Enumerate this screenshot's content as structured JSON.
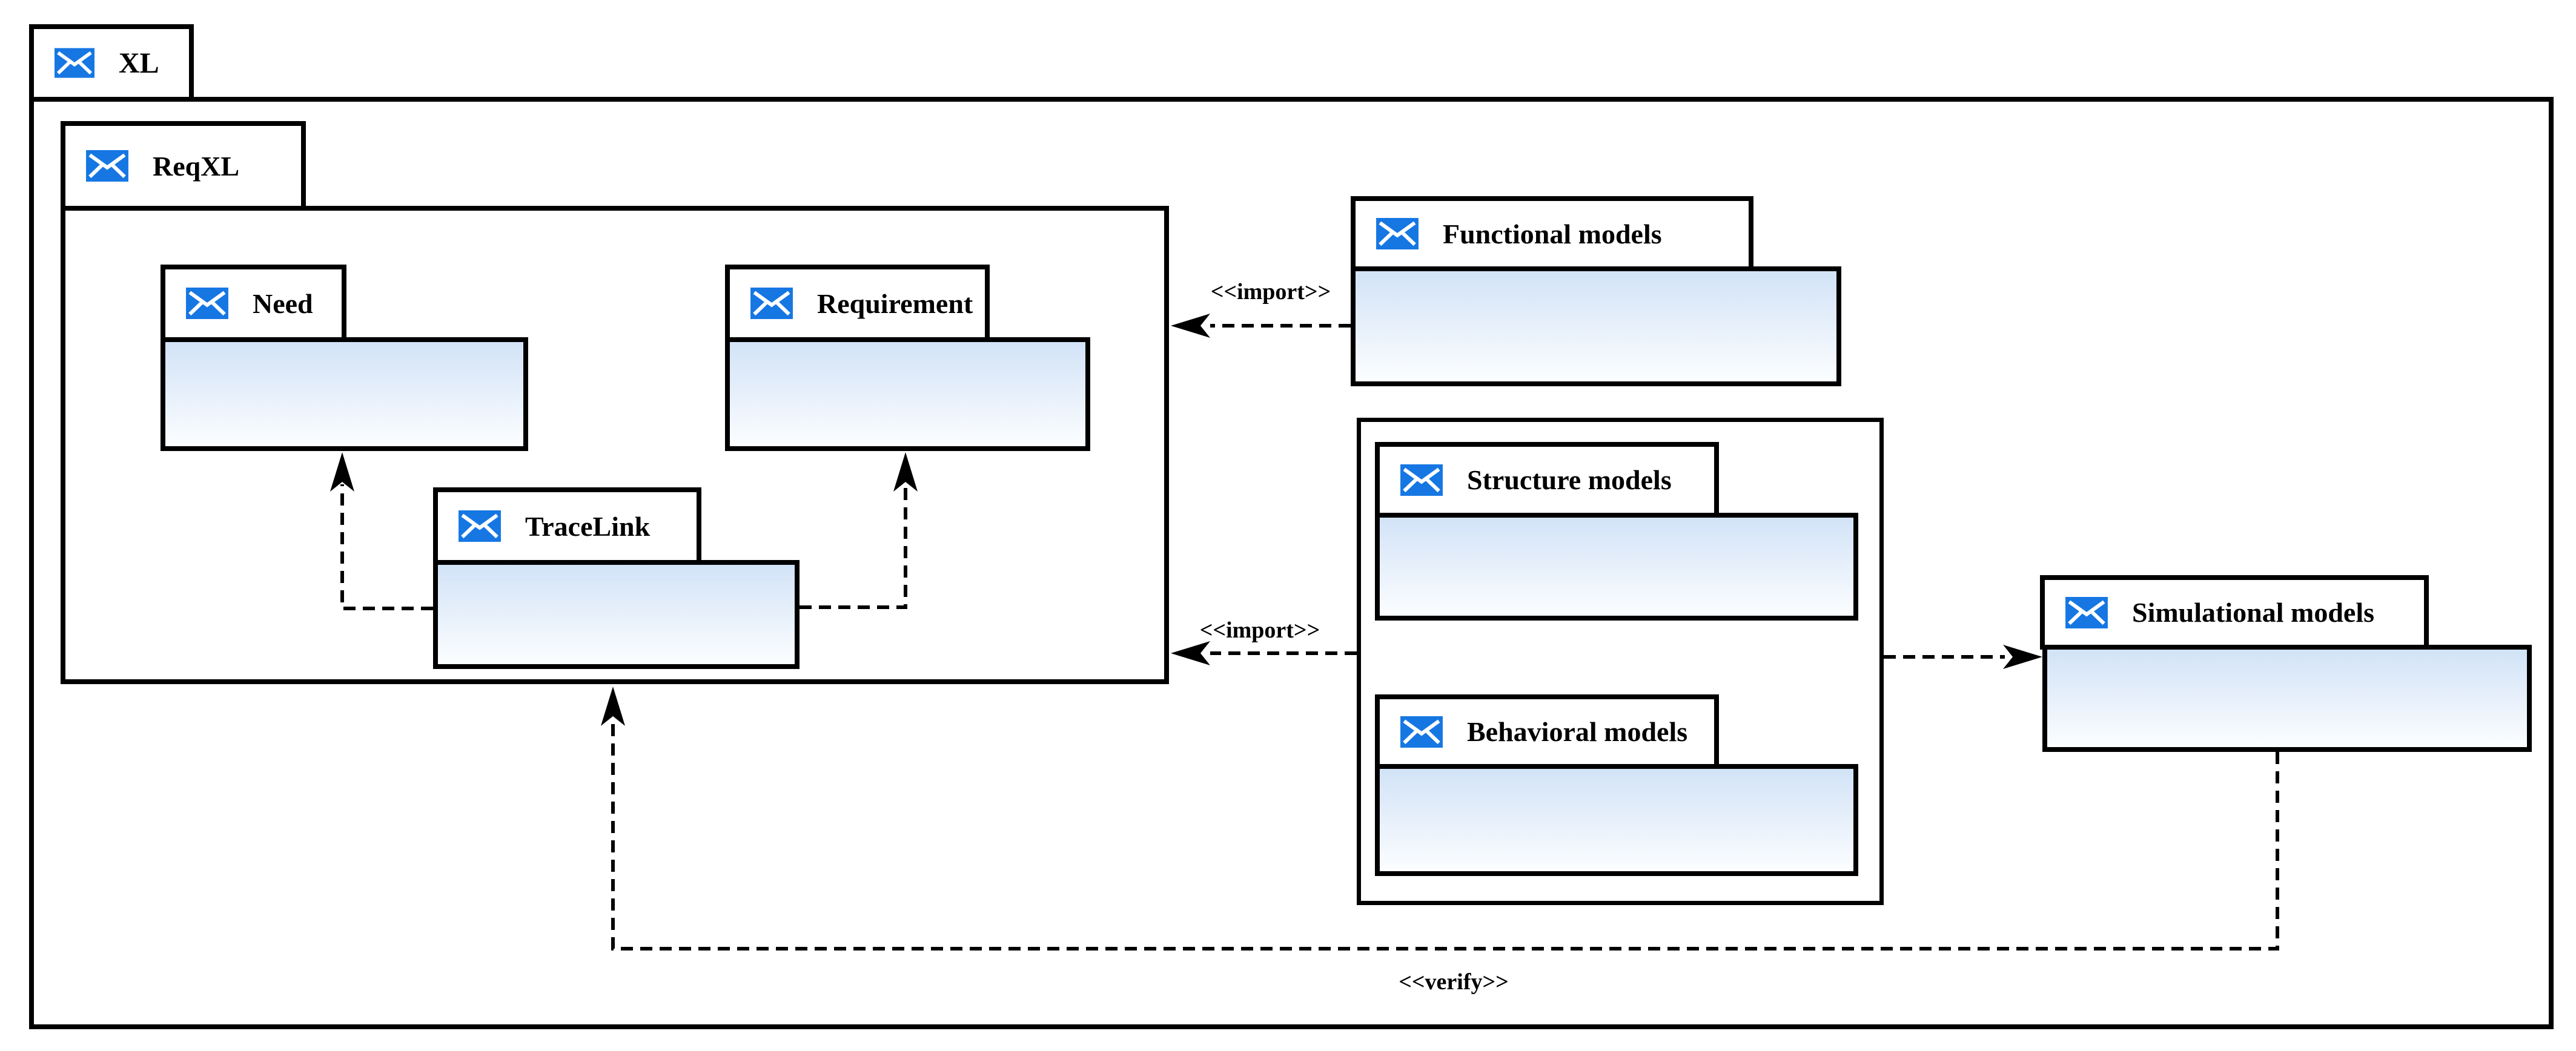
{
  "diagram": {
    "packages": {
      "xl": {
        "label": "XL"
      },
      "reqxl": {
        "label": "ReqXL"
      },
      "need": {
        "label": "Need"
      },
      "requirement": {
        "label": "Requirement"
      },
      "tracelink": {
        "label": "TraceLink"
      },
      "functional": {
        "label": "Functional models"
      },
      "structure": {
        "label": "Structure models"
      },
      "behavioral": {
        "label": "Behavioral models"
      },
      "simulational": {
        "label": "Simulational models"
      }
    },
    "arrows": {
      "import_top": {
        "label": "<<import>>",
        "style": "dashed",
        "direction": "left"
      },
      "import_mid": {
        "label": "<<import>>",
        "style": "dashed",
        "direction": "left"
      },
      "verify": {
        "label": "<<verify>>",
        "style": "dashed",
        "direction": "up"
      },
      "tracelink_to_need": {
        "style": "dashed",
        "direction": "up"
      },
      "tracelink_to_requirement": {
        "style": "dashed",
        "direction": "up"
      },
      "models_to_simulational": {
        "style": "dashed",
        "direction": "right"
      }
    },
    "colors": {
      "icon_blue": "#1677e3",
      "line_black": "#000000",
      "body_fill_top": "#d2e3f7",
      "body_fill_bottom": "#fcfeff"
    }
  }
}
